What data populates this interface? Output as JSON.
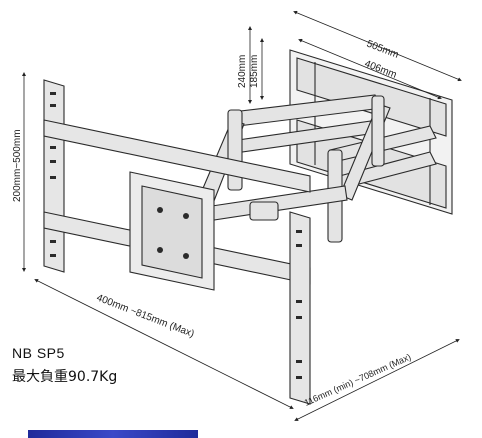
{
  "product": {
    "model": "NB SP5",
    "max_load": "最大負重90.7Kg"
  },
  "dimensions": {
    "arm_outer": "505mm",
    "arm_inner": "406mm",
    "height_outer": "240mm",
    "height_inner": "185mm",
    "vesa_height": "200mm~500mm",
    "width_range": "400mm ~815mm (Max)",
    "extension": "116mm (min) ~708mm (Max)"
  },
  "colors": {
    "line": "#2b2b2b",
    "fill": "#e4e4e4",
    "accent_bar": "#2a37b0"
  }
}
